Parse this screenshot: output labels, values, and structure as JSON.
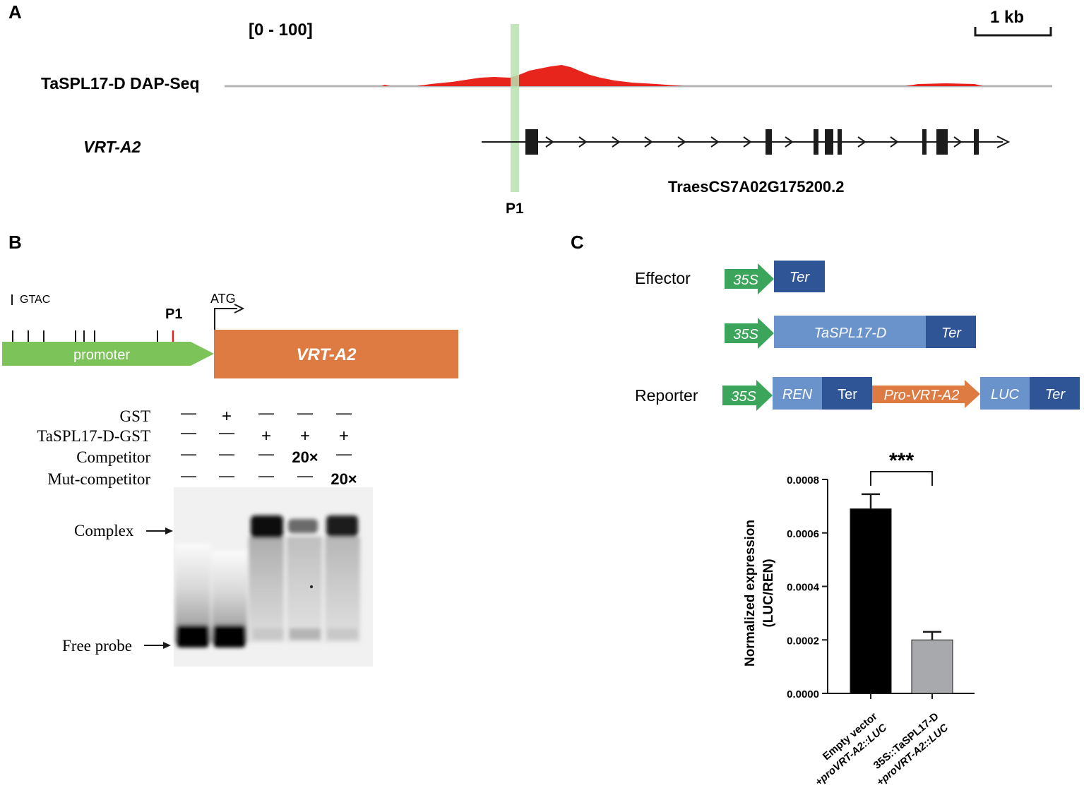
{
  "panel_a": {
    "letter": "A",
    "range": "[0 - 100]",
    "scale_label": "1 kb",
    "track_label": "TaSPL17-D DAP-Seq",
    "gene_label": "VRT-A2",
    "transcript_id": "TraesCS7A02G175200.2",
    "site_label": "P1",
    "colors": {
      "peak": "#e8251d",
      "highlight": "#b7e0b0",
      "exon": "#1c1c1c"
    }
  },
  "panel_b": {
    "letter": "B",
    "motif_label": "GTAC",
    "site_label": "P1",
    "start_codon": "ATG",
    "promoter_label": "promoter",
    "gene_label": "VRT-A2",
    "rows": [
      {
        "label": "GST",
        "values": [
          "—",
          "+",
          "—",
          "—",
          "—"
        ]
      },
      {
        "label": "TaSPL17-D-GST",
        "values": [
          "—",
          "—",
          "+",
          "+",
          "+"
        ]
      },
      {
        "label": "Competitor",
        "values": [
          "—",
          "—",
          "—",
          "20×",
          "—"
        ]
      },
      {
        "label": "Mut-competitor",
        "values": [
          "—",
          "—",
          "—",
          "—",
          "20×"
        ]
      }
    ],
    "gel_labels": {
      "complex": "Complex",
      "free_probe": "Free probe"
    },
    "colors": {
      "promoter": "#7cc35a",
      "gene": "#de7b43",
      "motif_highlight": "#e02020"
    }
  },
  "panel_c": {
    "letter": "C",
    "effector_label": "Effector",
    "reporter_label": "Reporter",
    "effector_1": {
      "promoter": "35S",
      "terminator": "Ter"
    },
    "effector_2": {
      "promoter": "35S",
      "gene": "TaSPL17-D",
      "terminator": "Ter"
    },
    "reporter": {
      "promoter": "35S",
      "gene1": "REN",
      "ter1": "Ter",
      "pro": "Pro-VRT-A2",
      "gene2": "LUC",
      "ter2": "Ter"
    },
    "colors": {
      "arrow35s": "#3ca55c",
      "light": "#6b93cb",
      "dark": "#2f5597",
      "pro": "#de7b43"
    }
  },
  "chart_data": {
    "type": "bar",
    "categories": [
      "Empty vector\n+proVRT-A2::LUC",
      "35S::TaSPL17-D\n+proVRT-A2::LUC"
    ],
    "category_lines": [
      [
        "Empty vector",
        "+proVRT-A2::LUC"
      ],
      [
        "35S::TaSPL17-D",
        "+proVRT-A2::LUC"
      ]
    ],
    "values": [
      0.00069,
      0.0002
    ],
    "errors": [
      5.5e-05,
      3e-05
    ],
    "ylabel_lines": [
      "Normalized expression",
      "(LUC/REN)"
    ],
    "ylim": [
      0,
      0.0008
    ],
    "yticks": [
      "0.0000",
      "0.0002",
      "0.0004",
      "0.0006",
      "0.0008"
    ],
    "significance": "***",
    "bar_colors": [
      "#000000",
      "#a7a9ac"
    ]
  }
}
